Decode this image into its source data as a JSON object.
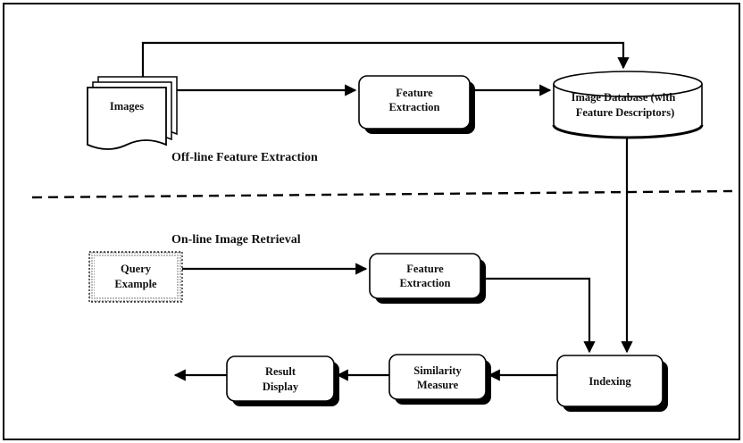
{
  "sections": {
    "offline_label": "Off-line Feature Extraction",
    "online_label": "On-line Image Retrieval"
  },
  "nodes": {
    "images": "Images",
    "feature_extraction_offline": [
      "Feature",
      "Extraction"
    ],
    "image_database": [
      "Image Database (with",
      "Feature Descriptors)"
    ],
    "query_example": [
      "Query",
      "Example"
    ],
    "feature_extraction_online": [
      "Feature",
      "Extraction"
    ],
    "indexing": "Indexing",
    "similarity_measure": [
      "Similarity",
      "Measure"
    ],
    "result_display": [
      "Result",
      "Display"
    ]
  },
  "colors": {
    "box_fill": "#ffffff",
    "box_shadow": "#000000",
    "line": "#000000",
    "frame": "#000000"
  }
}
